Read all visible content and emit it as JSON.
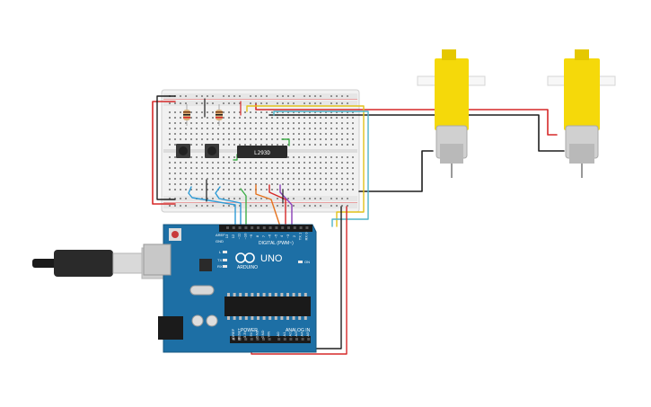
{
  "colors": {
    "wire_red": "#d62828",
    "wire_black": "#1f1f1f",
    "wire_blue": "#2d9bd6",
    "wire_green": "#3fae49",
    "wire_yellow": "#e2c21b",
    "wire_orange": "#e5731f",
    "wire_purple": "#8a3fb6",
    "wire_teal": "#4fb3c9",
    "board_blue": "#1d6fa5",
    "motor_yellow": "#f5d90a",
    "breadboard": "#eeeeee"
  },
  "arduino": {
    "model": "UNO",
    "brand": "ARDUINO",
    "header_digital": "DIGITAL (PWM~)",
    "header_power": "POWER",
    "header_analog": "ANALOG IN",
    "led_l": "L",
    "led_tx": "TX",
    "led_rx": "RX",
    "led_on": "ON",
    "aref": "AREF",
    "gnd": "GND",
    "digital_pins": [
      "13",
      "12",
      "~11",
      "~10",
      "~9",
      "8",
      "7",
      "~6",
      "~5",
      "4",
      "~3",
      "2",
      "TX 1",
      "RX 0"
    ],
    "power_pins": [
      "IOREF",
      "RESET",
      "3.3V",
      "5V",
      "GND",
      "GND",
      "VIN"
    ],
    "analog_pins": [
      "A0",
      "A1",
      "A2",
      "A3",
      "A4",
      "A5"
    ]
  },
  "chip": {
    "label": "L293D"
  },
  "icons": {
    "usb_cable": "usb-cable-icon",
    "motor_left": "dc-gear-motor-icon",
    "motor_right": "dc-gear-motor-icon",
    "button": "push-button-icon",
    "resistor": "resistor-icon",
    "arduino_logo": "infinity-logo-icon"
  }
}
